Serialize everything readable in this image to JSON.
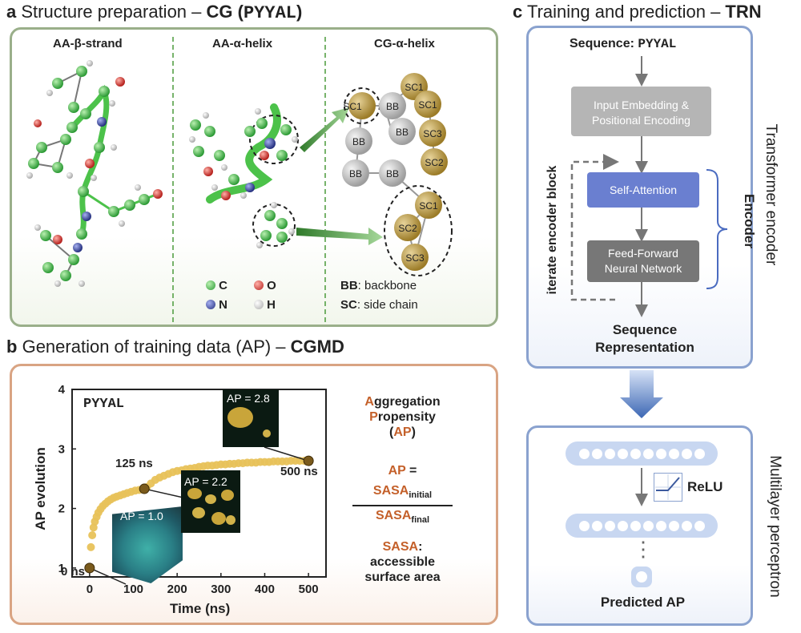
{
  "panel_a": {
    "letter": "a",
    "title_prefix": "Structure preparation – ",
    "title_bold": "CG (",
    "title_mono": "PYYAL",
    "title_close": ")",
    "col1": "AA-β-strand",
    "col2": "AA-α-helix",
    "col3": "CG-α-helix",
    "legend": [
      {
        "symbol": "C",
        "color": "#3cb043"
      },
      {
        "symbol": "O",
        "color": "#d9302b"
      },
      {
        "symbol": "N",
        "color": "#3340a0"
      },
      {
        "symbol": "H",
        "color": "#d8d8d8"
      }
    ],
    "bb_key": "BB",
    "bb_desc": ": backbone",
    "sc_key": "SC",
    "sc_desc": ": side chain",
    "beads": {
      "sc1": "SC1",
      "sc2": "SC2",
      "sc3": "SC3",
      "bb": "BB"
    }
  },
  "panel_b": {
    "letter": "b",
    "title_prefix": "Generation of training data (AP) – ",
    "title_bold": "CGMD",
    "sequence": "PYYAL",
    "snapshots": [
      {
        "label": "AP = 1.0",
        "time": "0 ns"
      },
      {
        "label": "AP = 2.2",
        "time": "125 ns"
      },
      {
        "label": "AP = 2.8",
        "time": "500 ns"
      }
    ],
    "definition": {
      "a1": "A",
      "a1r": "ggregation",
      "p1": "P",
      "p1r": "ropensity",
      "ap_paren_open": "(",
      "ap": "AP",
      "ap_paren_close": ")",
      "eq_lhs": "AP",
      "eq_sign": " =",
      "numerator": "SASA",
      "numerator_sub": "initial",
      "denominator": "SASA",
      "denominator_sub": "final",
      "sasa": "SASA",
      "sasa_colon": ":",
      "sasa_line1": "accessible",
      "sasa_line2": "surface area"
    }
  },
  "panel_c": {
    "letter": "c",
    "title_prefix": "Training and prediction – ",
    "title_bold": "TRN",
    "sequence_label": "Sequence: ",
    "sequence_value": "PYYAL",
    "embedding_line1": "Input Embedding &",
    "embedding_line2": "Positional Encoding",
    "self_attention": "Self-Attention",
    "ffn_line1": "Feed-Forward",
    "ffn_line2": "Neural Network",
    "encoder": "Encoder",
    "iterate": "iterate encoder block",
    "representation_line1": "Sequence",
    "representation_line2": "Representation",
    "transformer_side": "Transformer encoder",
    "relu": "ReLU",
    "predicted": "Predicted AP",
    "mlp_side": "Multilayer perceptron",
    "dots": "⋮"
  },
  "colors": {
    "accent_orange": "#c4602a",
    "gold": "#e8c25a",
    "blue_box": "#6a7fd0",
    "grey_box": "#b5b5b5",
    "dark_grey_box": "#777777",
    "panel_c_border": "#8aa2cf",
    "panel_a_border": "#9aaf8a",
    "panel_b_border": "#d9a483"
  },
  "chart_data": {
    "type": "scatter",
    "title": "",
    "xlabel": "Time (ns)",
    "ylabel": "AP evolution",
    "xlim": [
      -40,
      540
    ],
    "ylim": [
      0.85,
      4
    ],
    "xticks": [
      0,
      100,
      200,
      300,
      400,
      500
    ],
    "yticks": [
      1,
      2,
      3,
      4
    ],
    "grid": false,
    "legend": "none",
    "series": [
      {
        "x": [
          0,
          3,
          6,
          9,
          12,
          16,
          20,
          25,
          30,
          36,
          42,
          48,
          55,
          62,
          70,
          78,
          86,
          95,
          104,
          113,
          122,
          131,
          140,
          150,
          160,
          170,
          180,
          190,
          200,
          210,
          220,
          230,
          240,
          250,
          260,
          270,
          280,
          290,
          300,
          310,
          320,
          330,
          340,
          350,
          360,
          370,
          380,
          390,
          400,
          410,
          420,
          430,
          440,
          450,
          460,
          470,
          480,
          490,
          500
        ],
        "y": [
          1.0,
          1.35,
          1.55,
          1.68,
          1.78,
          1.86,
          1.93,
          1.99,
          2.04,
          2.08,
          2.12,
          2.15,
          2.18,
          2.2,
          2.22,
          2.24,
          2.26,
          2.28,
          2.3,
          2.31,
          2.32,
          2.36,
          2.42,
          2.48,
          2.52,
          2.55,
          2.58,
          2.61,
          2.63,
          2.64,
          2.66,
          2.67,
          2.68,
          2.7,
          2.71,
          2.72,
          2.72,
          2.73,
          2.74,
          2.74,
          2.75,
          2.75,
          2.76,
          2.76,
          2.77,
          2.77,
          2.77,
          2.78,
          2.78,
          2.78,
          2.79,
          2.79,
          2.79,
          2.79,
          2.8,
          2.8,
          2.8,
          2.8,
          2.8
        ]
      }
    ],
    "highlights": [
      {
        "x": 0,
        "y": 1.0,
        "label": "0 ns"
      },
      {
        "x": 125,
        "y": 2.33,
        "label": "125 ns"
      },
      {
        "x": 500,
        "y": 2.8,
        "label": "500 ns"
      }
    ]
  }
}
